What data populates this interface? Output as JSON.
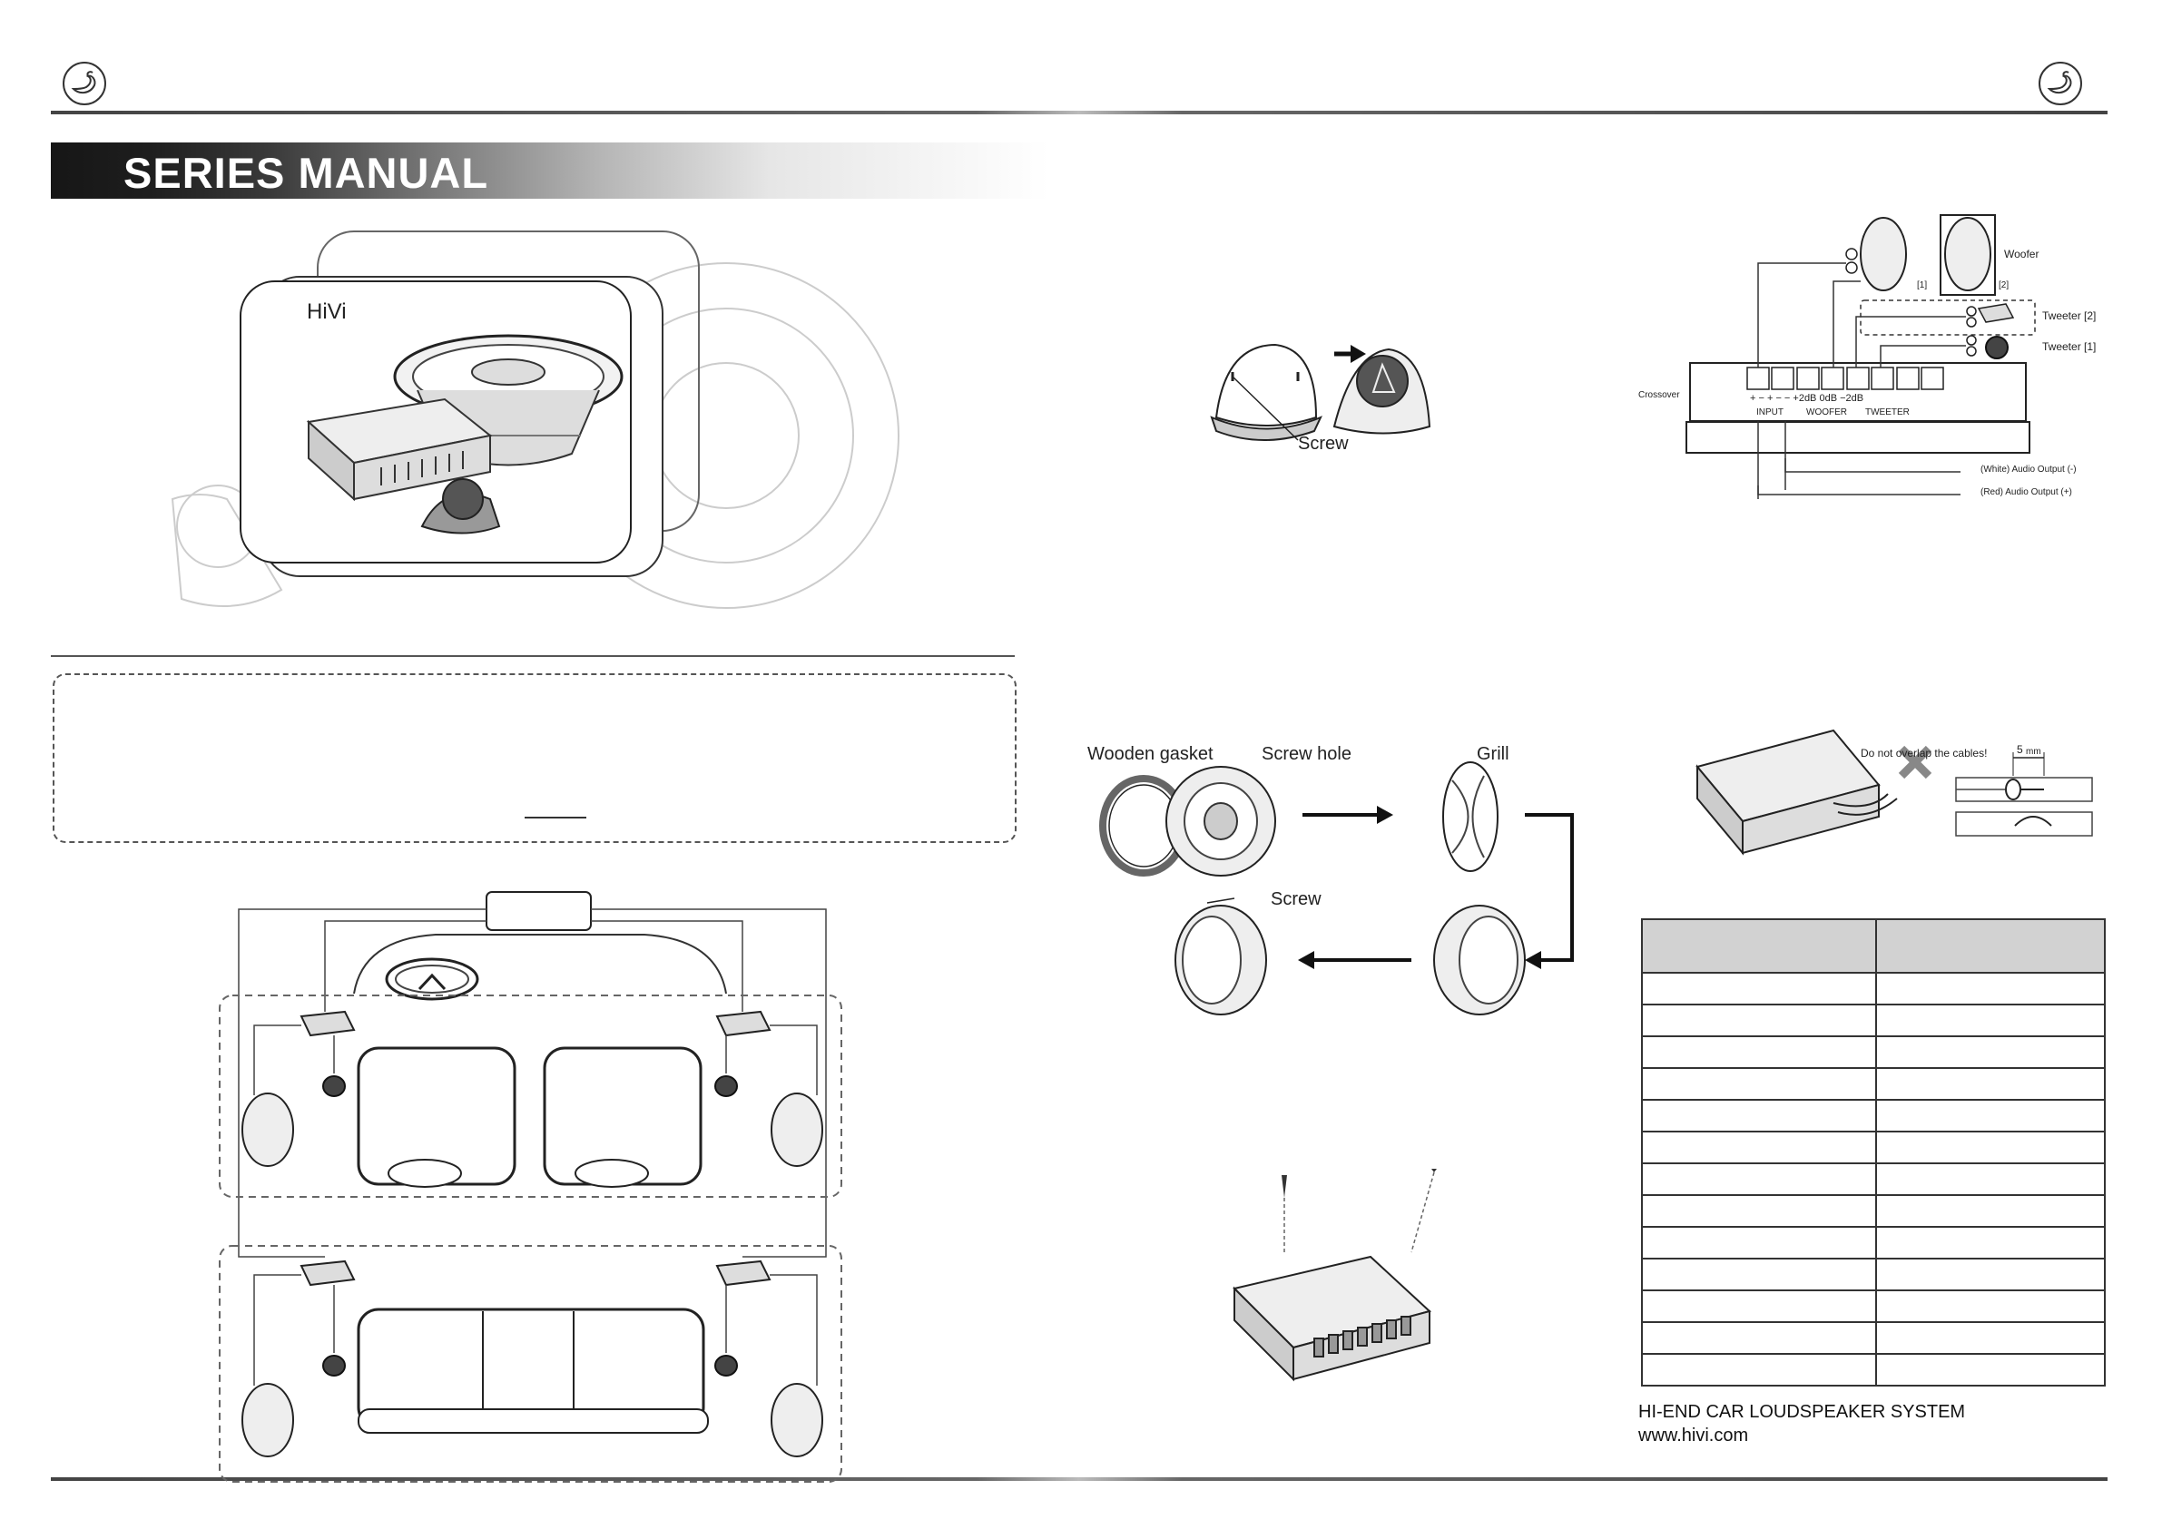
{
  "banner": {
    "title": "SERIES MANUAL"
  },
  "product_photo": {
    "brand_text": "HiVi"
  },
  "tweeter_install": {
    "screw_label": "Screw"
  },
  "wiring": {
    "woofer_label": "Woofer",
    "woofer_1_tag": "[1]",
    "woofer_2_tag": "[2]",
    "tweeter_2_label": "Tweeter [2]",
    "tweeter_1_label": "Tweeter [1]",
    "crossover_label": "Crossover",
    "terminal_signs": "+   −    +   −    −  +2dB  0dB  −2dB",
    "group_input": "INPUT",
    "group_woofer": "WOOFER",
    "group_tweeter": "TWEETER",
    "white_output": "(White)  Audio Output (-)",
    "red_output": "(Red)    Audio Output (+)"
  },
  "woofer_install": {
    "wooden_gasket_label": "Wooden gasket",
    "screw_hole_label": "Screw hole",
    "grill_label": "Grill",
    "screw_label": "Screw"
  },
  "cable_note": {
    "warning": "Do not overlap the cables!",
    "strip_length": "5",
    "strip_unit": "mm"
  },
  "spec_table": {
    "header": [
      "",
      ""
    ],
    "rows": 13
  },
  "footer": {
    "system_name": "HI-END CAR LOUDSPEAKER SYSTEM",
    "website": "www.hivi.com"
  }
}
